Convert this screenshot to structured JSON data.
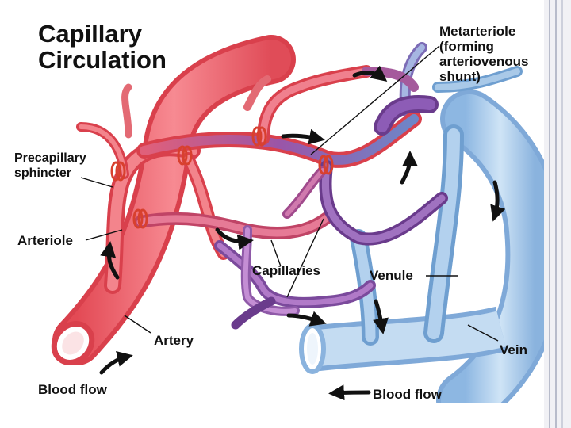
{
  "title": {
    "line1": "Capillary",
    "line2": "Circulation"
  },
  "labels": {
    "metarteriole": [
      "Metarteriole",
      "(forming",
      "arteriovenous",
      "shunt)"
    ],
    "precapillary_sphincter": [
      "Precapillary",
      "sphincter"
    ],
    "arteriole": "Arteriole",
    "capillaries": "Capillaries",
    "venule": "Venule",
    "artery": "Artery",
    "vein": "Vein",
    "blood_flow_left": "Blood flow",
    "blood_flow_right": "Blood flow"
  },
  "colors": {
    "arterial": "#f0707a",
    "arterial_dark": "#d9404c",
    "venous": "#a9cdeb",
    "venous_dark": "#6f9fd0",
    "mixed": "#8a4fa0",
    "sphincter": "#d8402e"
  }
}
